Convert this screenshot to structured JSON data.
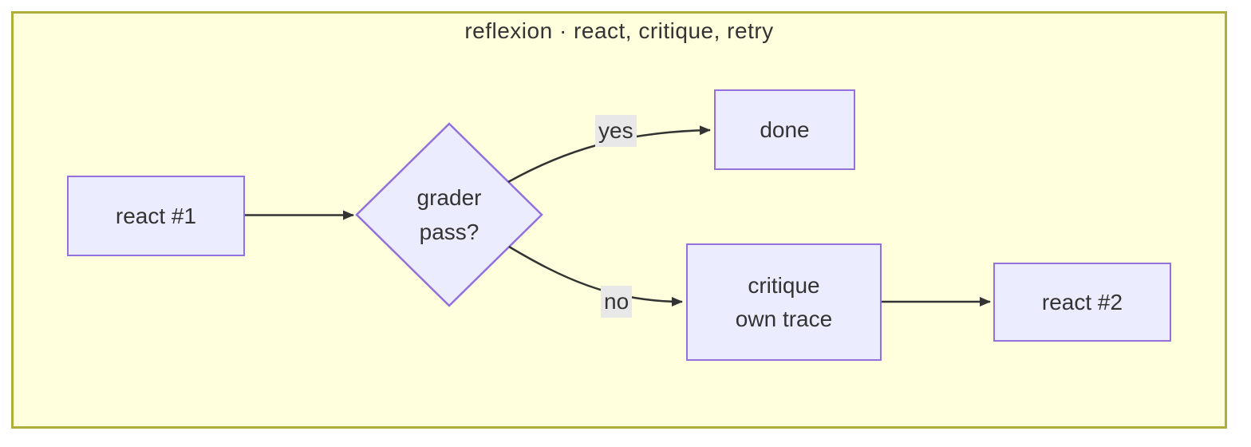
{
  "title": "reflexion · react, critique, retry",
  "nodes": {
    "react1": {
      "label": "react #1",
      "shape": "rect"
    },
    "grader": {
      "lines": [
        "grader",
        "pass?"
      ],
      "shape": "diamond"
    },
    "done": {
      "label": "done",
      "shape": "rect"
    },
    "critique": {
      "lines": [
        "critique",
        "own trace"
      ],
      "shape": "rect"
    },
    "react2": {
      "label": "react #2",
      "shape": "rect"
    }
  },
  "connections": [
    {
      "from": "react1",
      "to": "grader",
      "label": ""
    },
    {
      "from": "grader",
      "to": "done",
      "label": "yes"
    },
    {
      "from": "grader",
      "to": "critique",
      "label": "no"
    },
    {
      "from": "critique",
      "to": "react2",
      "label": ""
    }
  ],
  "colors": {
    "canvas_background": "#ffffde",
    "canvas_border": "#b0ae3a",
    "node_fill": "#ECECFF",
    "node_border": "#9370DB",
    "edge_stroke": "#333333",
    "edge_label_background": "#e8e8e8",
    "text": "#333333",
    "page_background": "#ffffff"
  }
}
